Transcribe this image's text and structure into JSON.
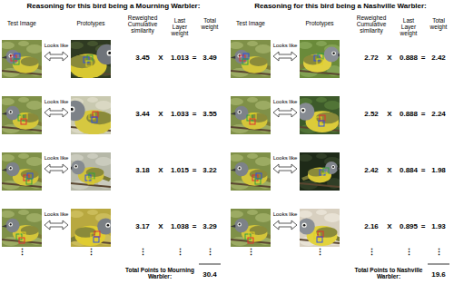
{
  "diagram": {
    "labels": [
      "Reasoning for this bird being a Mourning Warbler:",
      "Reasoning for this bird being a Nashville Warbler:",
      "Test Image",
      "Prototypes",
      "Reweighed Cumulative similarity",
      "Last Layer weight",
      "Total weight",
      "Test Image",
      "Prototypes",
      "Reweighed Cumulative similarity",
      "Last Layer weight",
      "Total weight",
      "Looks like",
      "3.45",
      "X",
      "1.013",
      "=",
      "3.49",
      "Looks like",
      "2.72",
      "X",
      "0.888",
      "=",
      "2.42",
      "Looks like",
      "3.44",
      "X",
      "1.033",
      "=",
      "3.55",
      "Looks like",
      "2.52",
      "X",
      "0.888",
      "=",
      "2.24",
      "Looks like",
      "3.18",
      "X",
      "1.015",
      "=",
      "3.22",
      "Looks like",
      "2.42",
      "X",
      "0.884",
      "=",
      "1.98",
      "Looks like",
      "3.17",
      "X",
      "1.038",
      "=",
      "3.29",
      "Looks like",
      "2.16",
      "X",
      "0.895",
      "=",
      "1.93",
      "⋮",
      "⋮",
      "⋮",
      "⋮",
      "⋮",
      "⋮",
      "⋮",
      "⋮",
      "⋮",
      "⋮",
      "Total Points to Mourning Warbler:",
      "30.4",
      "Total Points to Nashville Warbler:",
      "19.6"
    ]
  }
}
